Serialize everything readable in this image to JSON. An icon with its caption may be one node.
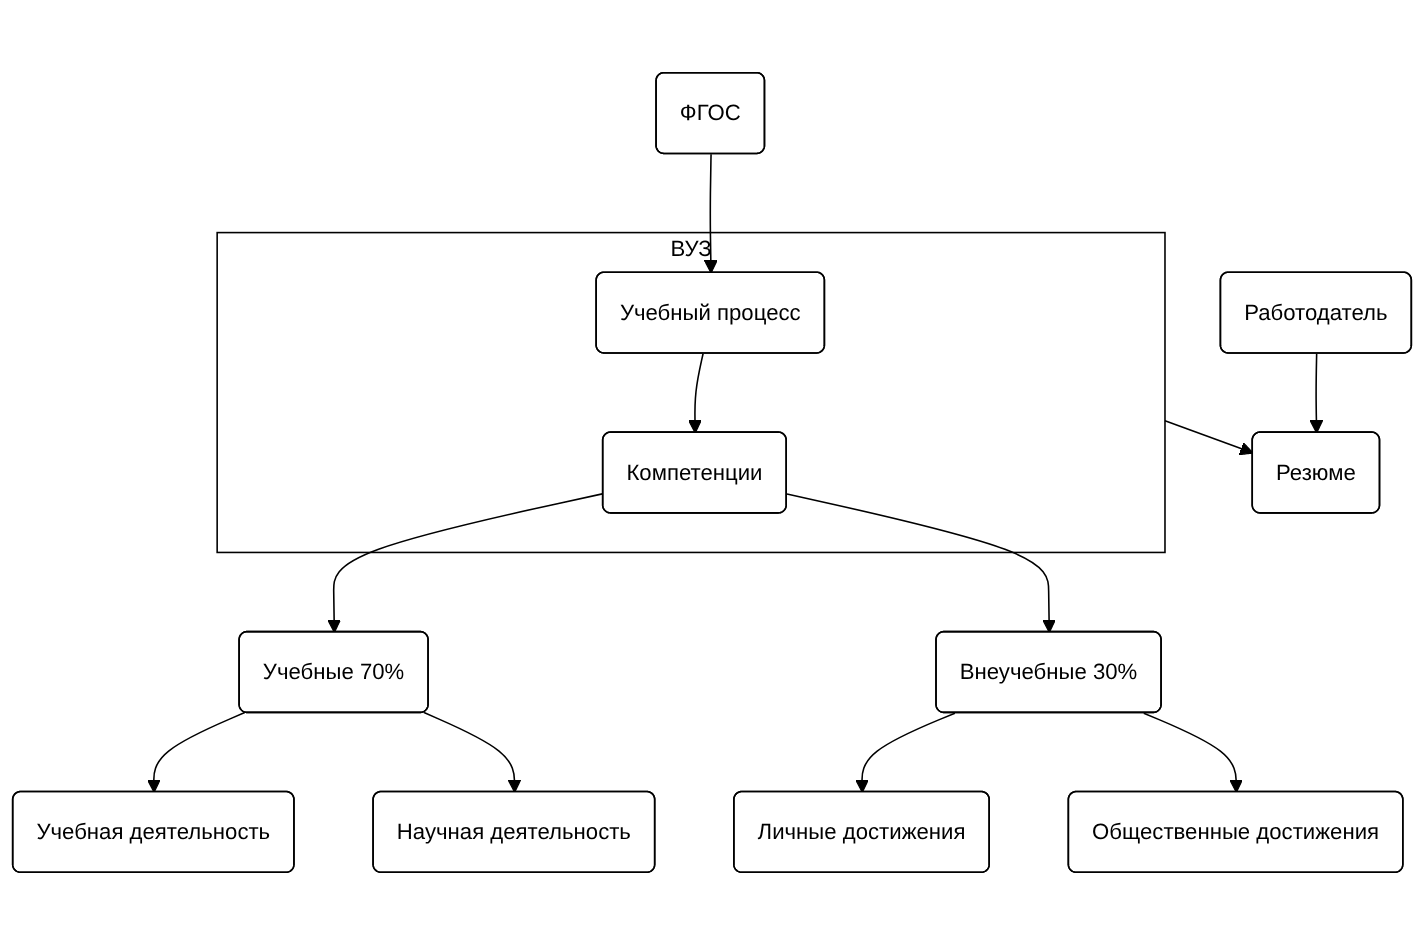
{
  "diagram": {
    "nodes": [
      {
        "text": [
          "ФГОС"
        ]
      },
      {
        "text": [
          "ВУЗ"
        ]
      },
      {
        "text": [
          "Учебный процесс"
        ],
        "in": 1
      },
      {
        "text": [
          "Компетенции"
        ],
        "in": 1
      },
      {
        "text": [
          "Резюме"
        ]
      },
      {
        "text": [
          "Работодатель"
        ]
      },
      {
        "text": [
          "Учебные 70%"
        ]
      },
      {
        "text": [
          "Внеучебные 30%"
        ]
      },
      {
        "text": [
          "Учебная деятельность"
        ]
      },
      {
        "text": [
          "Научная деятельность"
        ]
      },
      {
        "text": [
          "Личные достижения"
        ]
      },
      {
        "text": [
          "Общественные достижения"
        ]
      }
    ],
    "edges": [
      {
        "from": 0,
        "to": 2,
        "arrow": "to"
      },
      {
        "from": 2,
        "to": 3,
        "arrow": "to"
      },
      {
        "from": 3,
        "to": 6,
        "arrow": "to"
      },
      {
        "from": 3,
        "to": 7,
        "arrow": "to"
      },
      {
        "from": 6,
        "to": 8,
        "arrow": "to"
      },
      {
        "from": 6,
        "to": 9,
        "arrow": "to"
      },
      {
        "from": 7,
        "to": 10,
        "arrow": "to"
      },
      {
        "from": 7,
        "to": 11,
        "arrow": "to"
      },
      {
        "from": 1,
        "to": 4,
        "arrow": "to"
      },
      {
        "from": 5,
        "to": 4,
        "arrow": "to"
      }
    ]
  }
}
